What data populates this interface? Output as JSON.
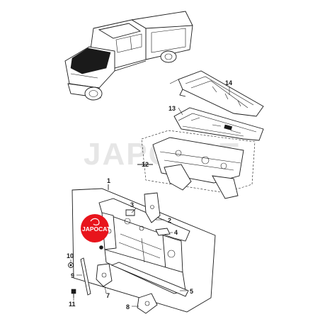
{
  "watermark": "JAPOCAT",
  "logo": {
    "text": "JAPOCAT",
    "color": "#e8141c"
  },
  "callouts": [
    {
      "id": "1",
      "label": "1"
    },
    {
      "id": "2",
      "label": "2"
    },
    {
      "id": "3",
      "label": "3"
    },
    {
      "id": "4",
      "label": "4"
    },
    {
      "id": "5",
      "label": "5"
    },
    {
      "id": "7",
      "label": "7"
    },
    {
      "id": "8",
      "label": "8"
    },
    {
      "id": "9",
      "label": "9"
    },
    {
      "id": "10",
      "label": "10"
    },
    {
      "id": "11",
      "label": "11"
    },
    {
      "id": "12",
      "label": "12"
    },
    {
      "id": "13",
      "label": "13"
    },
    {
      "id": "14",
      "label": "14"
    }
  ]
}
